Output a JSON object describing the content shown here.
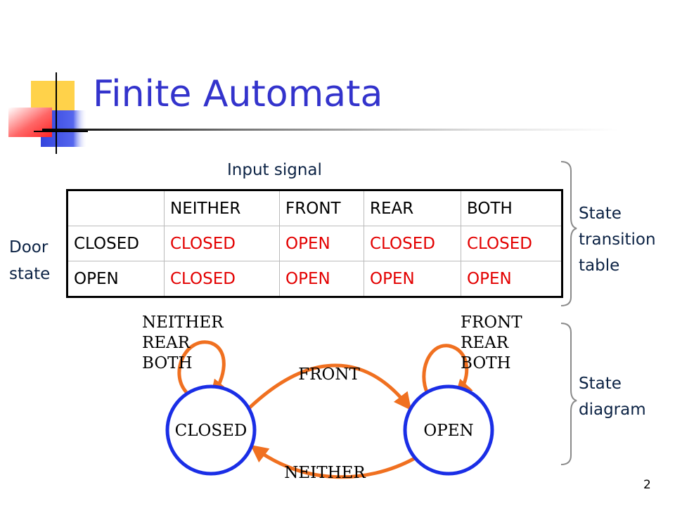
{
  "slide": {
    "title": "Finite Automata",
    "page_number": "2",
    "accent_colors": {
      "title": "#3333cc",
      "output_text": "#e30000",
      "arrow": "#f07020",
      "state_circle": "#1a2ee6"
    }
  },
  "labels": {
    "input_signal": "Input signal",
    "door_state": [
      "Door",
      "state"
    ],
    "state_transition_table": [
      "State",
      "transition",
      "table"
    ],
    "state_diagram": [
      "State",
      "diagram"
    ]
  },
  "table": {
    "header": [
      "",
      "NEITHER",
      "FRONT",
      "REAR",
      "BOTH"
    ],
    "rows": [
      [
        "CLOSED",
        "CLOSED",
        "OPEN",
        "CLOSED",
        "CLOSED"
      ],
      [
        "OPEN",
        "CLOSED",
        "OPEN",
        "OPEN",
        "OPEN"
      ]
    ]
  },
  "diagram": {
    "states": [
      "CLOSED",
      "OPEN"
    ],
    "closed_self_loop_labels": [
      "NEITHER",
      "REAR",
      "BOTH"
    ],
    "open_self_loop_labels": [
      "FRONT",
      "REAR",
      "BOTH"
    ],
    "closed_to_open_label": "FRONT",
    "open_to_closed_label": "NEITHER"
  }
}
